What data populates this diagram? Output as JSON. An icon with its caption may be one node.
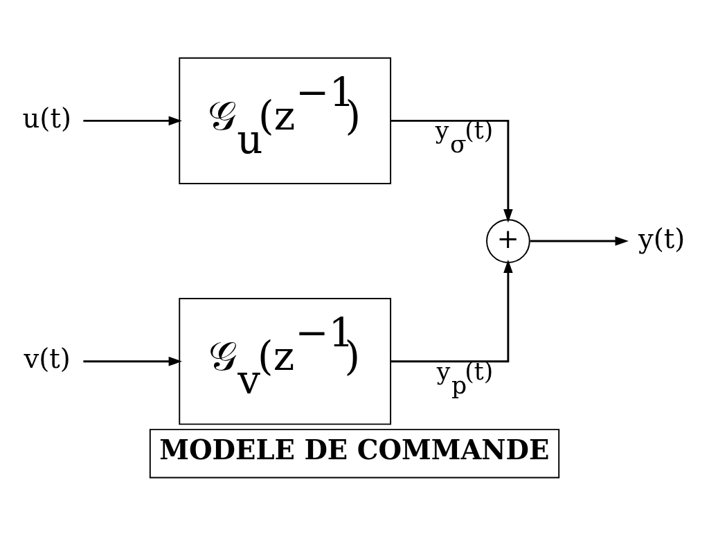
{
  "diagram": {
    "caption": "MODELE DE COMMANDE",
    "nodes": [
      {
        "text": [
          "u(t)"
        ]
      },
      {
        "text": [
          "𝒢$_{u}$(z$^{−1}$)"
        ]
      },
      {
        "text": [
          "v(t)"
        ]
      },
      {
        "text": [
          "𝒢$_{v}$(z$^{−1}$)"
        ]
      },
      {
        "text": [
          "+"
        ]
      },
      {
        "text": [
          "y(t)"
        ]
      }
    ],
    "edges": [
      {
        "from": 0,
        "to": 1,
        "arrow": "to"
      },
      {
        "from": 1,
        "to": 4,
        "arrow": "to",
        "label": "y$_{σ}$(t)"
      },
      {
        "from": 2,
        "to": 3,
        "arrow": "to"
      },
      {
        "from": 3,
        "to": 4,
        "arrow": "to",
        "label": "y$_{p}$(t)"
      },
      {
        "from": 4,
        "to": 5,
        "arrow": "to"
      }
    ]
  }
}
